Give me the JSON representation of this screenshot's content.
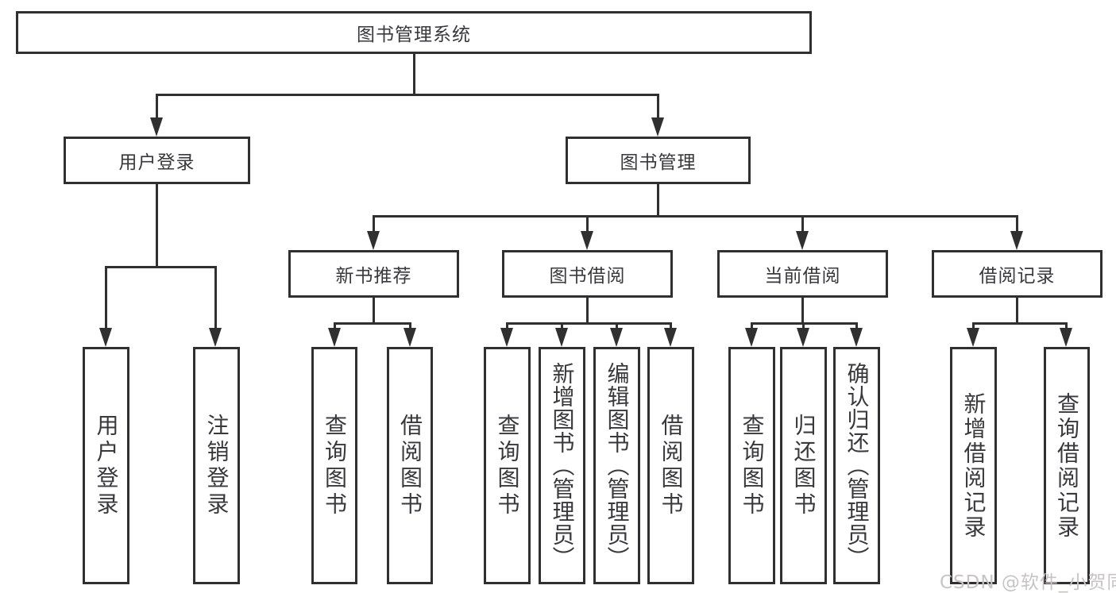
{
  "diagram": {
    "root": "图书管理系统",
    "level2": [
      "用户登录",
      "图书管理"
    ],
    "level3": [
      "新书推荐",
      "图书借阅",
      "当前借阅",
      "借阅记录"
    ],
    "leaves": [
      "用户登录",
      "注销登录",
      "查询图书",
      "借阅图书",
      "查询图书",
      "新增图书（管理员）",
      "编辑图书（管理员）",
      "借阅图书",
      "查询图书",
      "归还图书",
      "确认归还（管理员）",
      "新增借阅记录",
      "查询借阅记录"
    ]
  },
  "watermark": "CSDN @软件_小贺同学",
  "colors": {
    "line": "#303030",
    "text": "#38383d",
    "background": "#ffffff",
    "watermark": "#c9c3c3"
  }
}
